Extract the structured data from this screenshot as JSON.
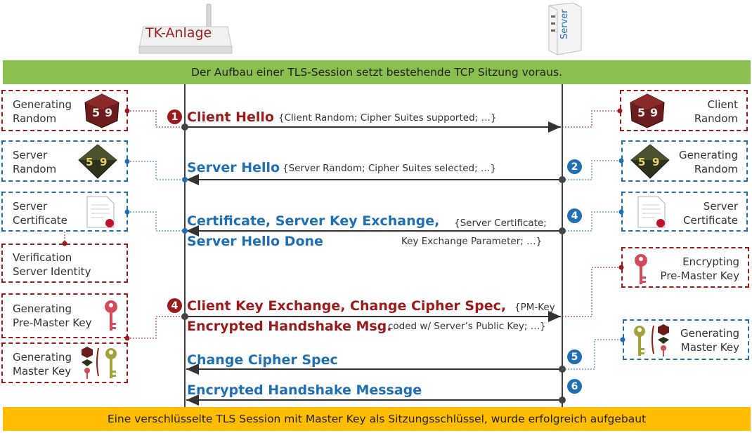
{
  "devices": {
    "client_label": "TK-Anlage",
    "server_label": "Server"
  },
  "banners": {
    "top": "Der Aufbau einer TLS-Session setzt bestehende TCP Sitzung voraus.",
    "bottom": "Eine verschlüsselte TLS Session mit Master Key als Sitzungsschlüssel, wurde  erfolgreich aufgebaut"
  },
  "left_boxes": {
    "generating_random": "Generating\nRandom",
    "server_random": "Server\nRandom",
    "server_certificate": "Server\nCertificate",
    "verification": "Verification\nServer Identity",
    "generating_pm_key": "Generating\nPre-Master Key",
    "generating_master_key": "Generating\nMaster Key"
  },
  "right_boxes": {
    "client_random": "Client\nRandom",
    "generating_random": "Generating\nRandom",
    "server_certificate": "Server\nCertificate",
    "encrypting_pm_key": "Encrypting\nPre-Master Key",
    "generating_master_key": "Generating\nMaster Key"
  },
  "messages": {
    "client_hello": "Client Hello",
    "client_hello_detail": "{Client Random; Cipher Suites supported; …}",
    "server_hello": "Server Hello",
    "server_hello_detail": "{Server Random; Cipher Suites selected; …}",
    "certificate_line1": "Certificate, Server Key Exchange,",
    "certificate_line2": "Server Hello Done",
    "certificate_detail1": "{Server Certificate;",
    "certificate_detail2": "Key Exchange Parameter; …}",
    "client_key_line1": "Client Key Exchange, Change Cipher Spec,",
    "client_key_line2": "Encrypted Handshake Msg.",
    "client_key_detail1": "{PM-Key",
    "client_key_detail2": "coded w/ Server’s Public Key; …}",
    "change_cipher_spec": "Change Cipher Spec",
    "encrypted_handshake": "Encrypted Handshake Message"
  },
  "steps": {
    "s1": "1",
    "s2": "2",
    "s4a": "4",
    "s4b": "4",
    "s5": "5",
    "s6": "6"
  },
  "dice_values": {
    "a": "5",
    "b": "9"
  },
  "colors": {
    "client_red": "#9b1b1b",
    "server_blue": "#1f6fb5",
    "top_banner": "#8bbf4f",
    "bottom_banner": "#ffbd00"
  }
}
